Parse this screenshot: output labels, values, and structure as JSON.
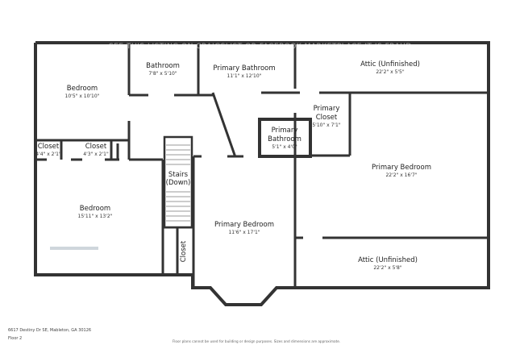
{
  "watermark": "SEE THIS LISTING ON CRAIGSLIST OR FACEBOOK MARKETPLACE IT IS FRAUD",
  "rooms": {
    "bedroom_nw": {
      "name": "Bedroom",
      "dims": "10'5\" x 10'10\""
    },
    "bathroom": {
      "name": "Bathroom",
      "dims": "7'8\" x 5'10\""
    },
    "primary_bathroom": {
      "name": "Primary Bathroom",
      "dims": "11'1\" x 12'10\""
    },
    "attic_top": {
      "name": "Attic (Unfinished)",
      "dims": "22'2\" x 5'5\""
    },
    "primary_closet_line1": "Primary",
    "primary_closet_line2": "Closet",
    "primary_closet_dims": "5'10\" x 7'1\"",
    "primary_bath_small_line1": "Primary",
    "primary_bath_small_line2": "Bathroom",
    "primary_bath_small_dims": "5'1\" x 4'0\"",
    "closet_left": {
      "name": "Closet",
      "dims": "4'4\" x 2'1\""
    },
    "closet_right": {
      "name": "Closet",
      "dims": "4'3\" x 2'1\""
    },
    "stairs_line1": "Stairs",
    "stairs_line2": "(Down)",
    "primary_bedroom_right": {
      "name": "Primary Bedroom",
      "dims": "22'2\" x 16'7\""
    },
    "bedroom_sw": {
      "name": "Bedroom",
      "dims": "15'11\" x 13'2\""
    },
    "primary_bedroom_center": {
      "name": "Primary Bedroom",
      "dims": "11'6\" x 17'1\""
    },
    "closet_vertical": "Closet",
    "attic_bottom": {
      "name": "Attic (Unfinished)",
      "dims": "22'2\" x 5'8\""
    }
  },
  "footer": {
    "address": "6617 Destiny Dr SE, Mableton, GA 30126",
    "floor": "Floor 2",
    "disclaimer": "Floor plans cannot be used for building or design purposes. Sizes and dimensions are approximate."
  },
  "colors": {
    "wall": "#333333",
    "window": "#cfd6dc",
    "background": "#ffffff"
  }
}
